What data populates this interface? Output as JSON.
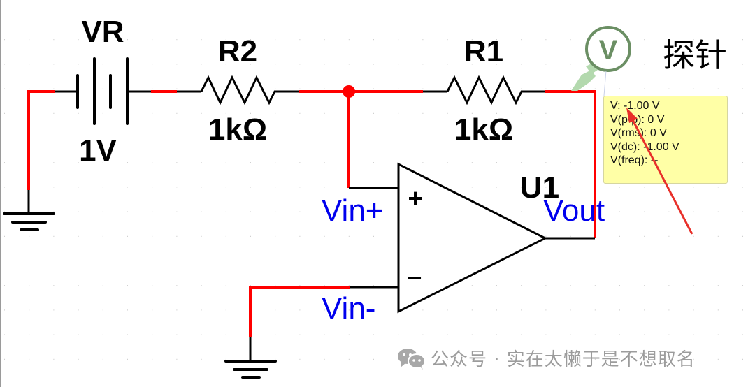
{
  "components": {
    "battery": {
      "ref": "VR",
      "value": "1V"
    },
    "r2": {
      "ref": "R2",
      "value": "1kΩ"
    },
    "r1": {
      "ref": "R1",
      "value": "1kΩ"
    },
    "opamp": {
      "ref": "U1",
      "pin_plus_label": "Vin+",
      "pin_minus_label": "Vin-",
      "pin_out_label": "Vout",
      "plus_symbol": "+",
      "minus_symbol": "−"
    }
  },
  "probe": {
    "icon_letter": "V",
    "readings": [
      "V: -1.00 V",
      "V(p-p): 0 V",
      "V(rms): 0 V",
      "V(dc): -1.00 V",
      "V(freq): --"
    ]
  },
  "annotation": {
    "text": "探针"
  },
  "watermark": {
    "text": "公众号 · 实在太懒于是不想取名"
  },
  "colors": {
    "wire_active": "#ff0000",
    "wire": "#000000",
    "pin_label": "#0000ee",
    "probe_green": "#6b8f64",
    "probe_light_green": "#b3d9ae",
    "probe_box_bg": "#ffffa6",
    "arrow": "#e8302a",
    "watermark": "#9c9c9c"
  }
}
